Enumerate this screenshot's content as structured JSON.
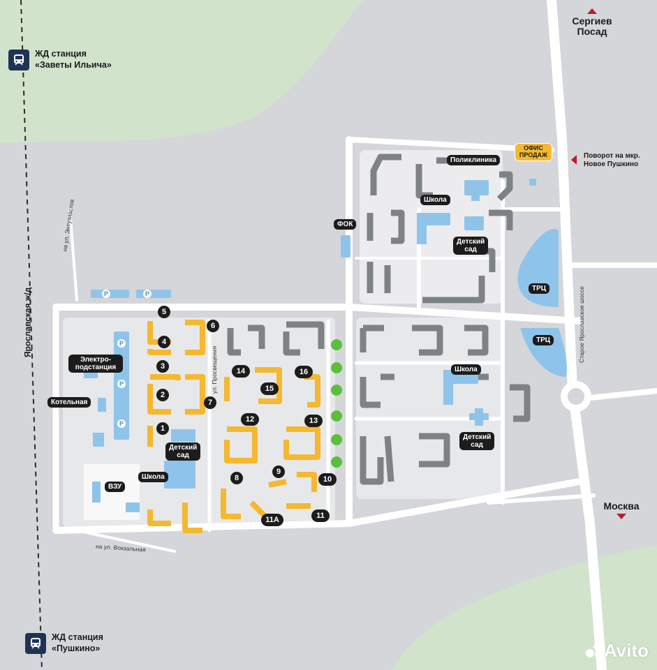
{
  "map": {
    "colors": {
      "background": "#d4d6d9",
      "road": "#ffffff",
      "green_area": "#d2e3cb",
      "residential_new": "#f5b82e",
      "residential_existing": "#7f8285",
      "social_objects": "#8fc4ea",
      "accent": "#c1192b",
      "rail": "#1e3454"
    },
    "stations": [
      {
        "name": "ЖД станция",
        "sub": "«Заветы Ильича»",
        "icon": "train-icon"
      },
      {
        "name": "ЖД станция",
        "sub": "«Пушкино»",
        "icon": "train-icon"
      }
    ],
    "directions": {
      "north": "Сергиев Посад",
      "south": "Москва",
      "turn": "Поворот на мкр. Новое Пушкино"
    },
    "roads": {
      "railway": "Ярославская ж/д",
      "highway": "Старое Ярославское шоссе",
      "enthusiasts": "на ул. Энтузиастов",
      "vokzalnaya": "на ул. Вокзальная",
      "prosvescheniya": "ул. Просвещения"
    },
    "pois": {
      "sales_office": "ОФИС ПРОДАЖ",
      "polyclinic": "Поликлиника",
      "school_north": "Школа",
      "kindergarten_north": "Детский сад",
      "fok": "ФОК",
      "mall_1": "ТРЦ",
      "mall_2": "ТРЦ",
      "school_east": "Школа",
      "kindergarten_east": "Детский сад",
      "electro": "Электро-подстанция",
      "boiler": "Котельная",
      "kindergarten_west": "Детский сад",
      "school_west": "Школа",
      "vzu": "ВЗУ",
      "parking": "P"
    },
    "buildings": [
      "1",
      "2",
      "3",
      "4",
      "5",
      "6",
      "7",
      "8",
      "9",
      "10",
      "11",
      "11А",
      "12",
      "13",
      "14",
      "15",
      "16"
    ],
    "watermark": "Avito"
  }
}
